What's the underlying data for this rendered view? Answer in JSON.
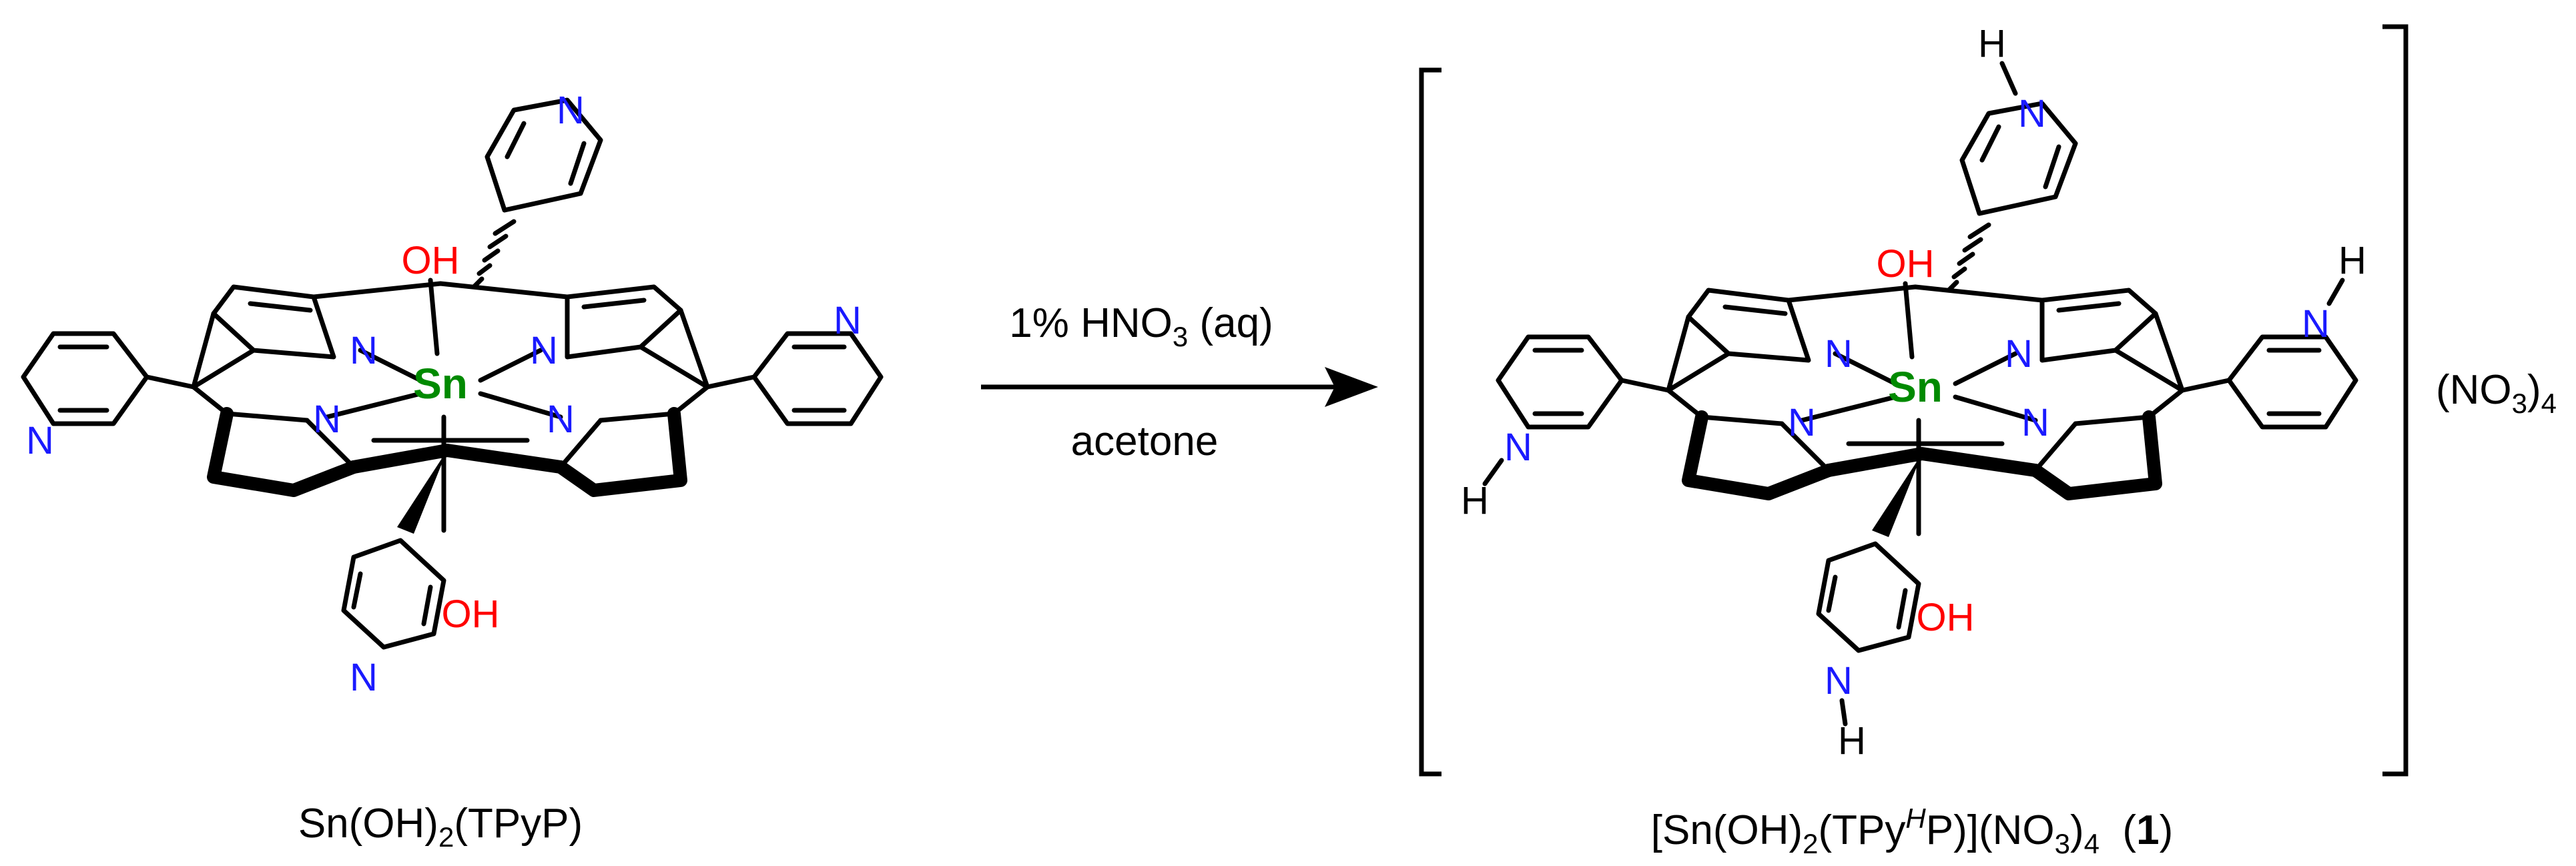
{
  "colors": {
    "nitrogen": "#1a1aff",
    "oxygen": "#ff0000",
    "tin": "#008a00",
    "bond": "#000000"
  },
  "atoms": {
    "N": "N",
    "Sn": "Sn",
    "OH": "OH",
    "H": "H"
  },
  "reaction": {
    "reagent_prefix": "1% HNO",
    "reagent_sub": "3",
    "reagent_suffix": " (aq)",
    "solvent": "acetone"
  },
  "reactant": {
    "label_pre": "Sn(OH)",
    "label_sub": "2",
    "label_post": "(TPyP)"
  },
  "product": {
    "counterion_pre": "(NO",
    "counterion_sub1": "3",
    "counterion_post": ")",
    "counterion_sub2": "4",
    "label_a": "[Sn(OH)",
    "label_sub_a": "2",
    "label_b": "(TPy",
    "label_sup_italic": "H",
    "label_c": "P)](NO",
    "label_sub_c": "3",
    "label_d": ")",
    "label_sub_d": "4",
    "label_e": "  (",
    "label_bold": "1",
    "label_f": ")"
  }
}
